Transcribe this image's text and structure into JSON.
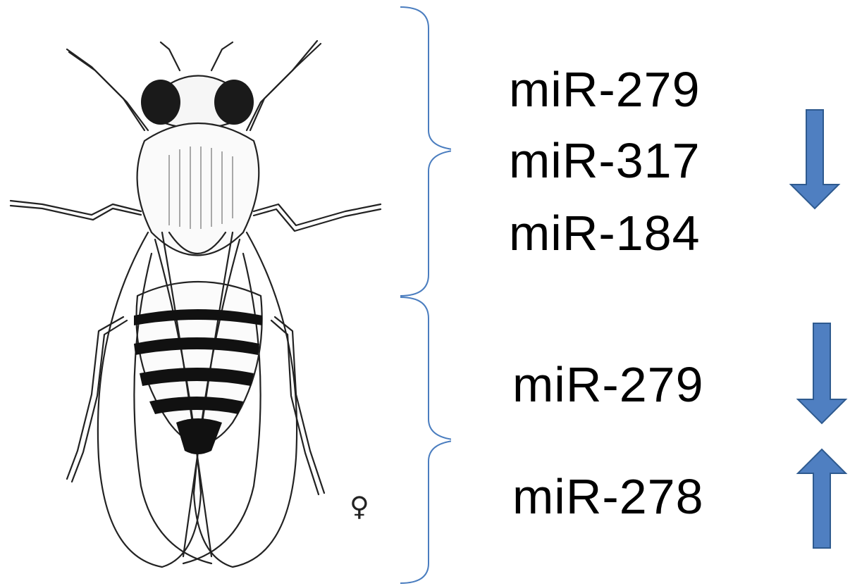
{
  "labels": {
    "group1": [
      "miR-279",
      "miR-317",
      "miR-184"
    ],
    "group2": [
      "miR-279",
      "miR-278"
    ]
  },
  "sex_symbol": "♀",
  "arrows": {
    "group1": "down",
    "group2_first": "down",
    "group2_second": "up"
  },
  "colors": {
    "bracket": "#4a7dbf",
    "arrow_fill": "#4f7fc1",
    "arrow_stroke": "#2e5a8f",
    "line_art": "#222222"
  },
  "illustration": "fruit-fly-female"
}
